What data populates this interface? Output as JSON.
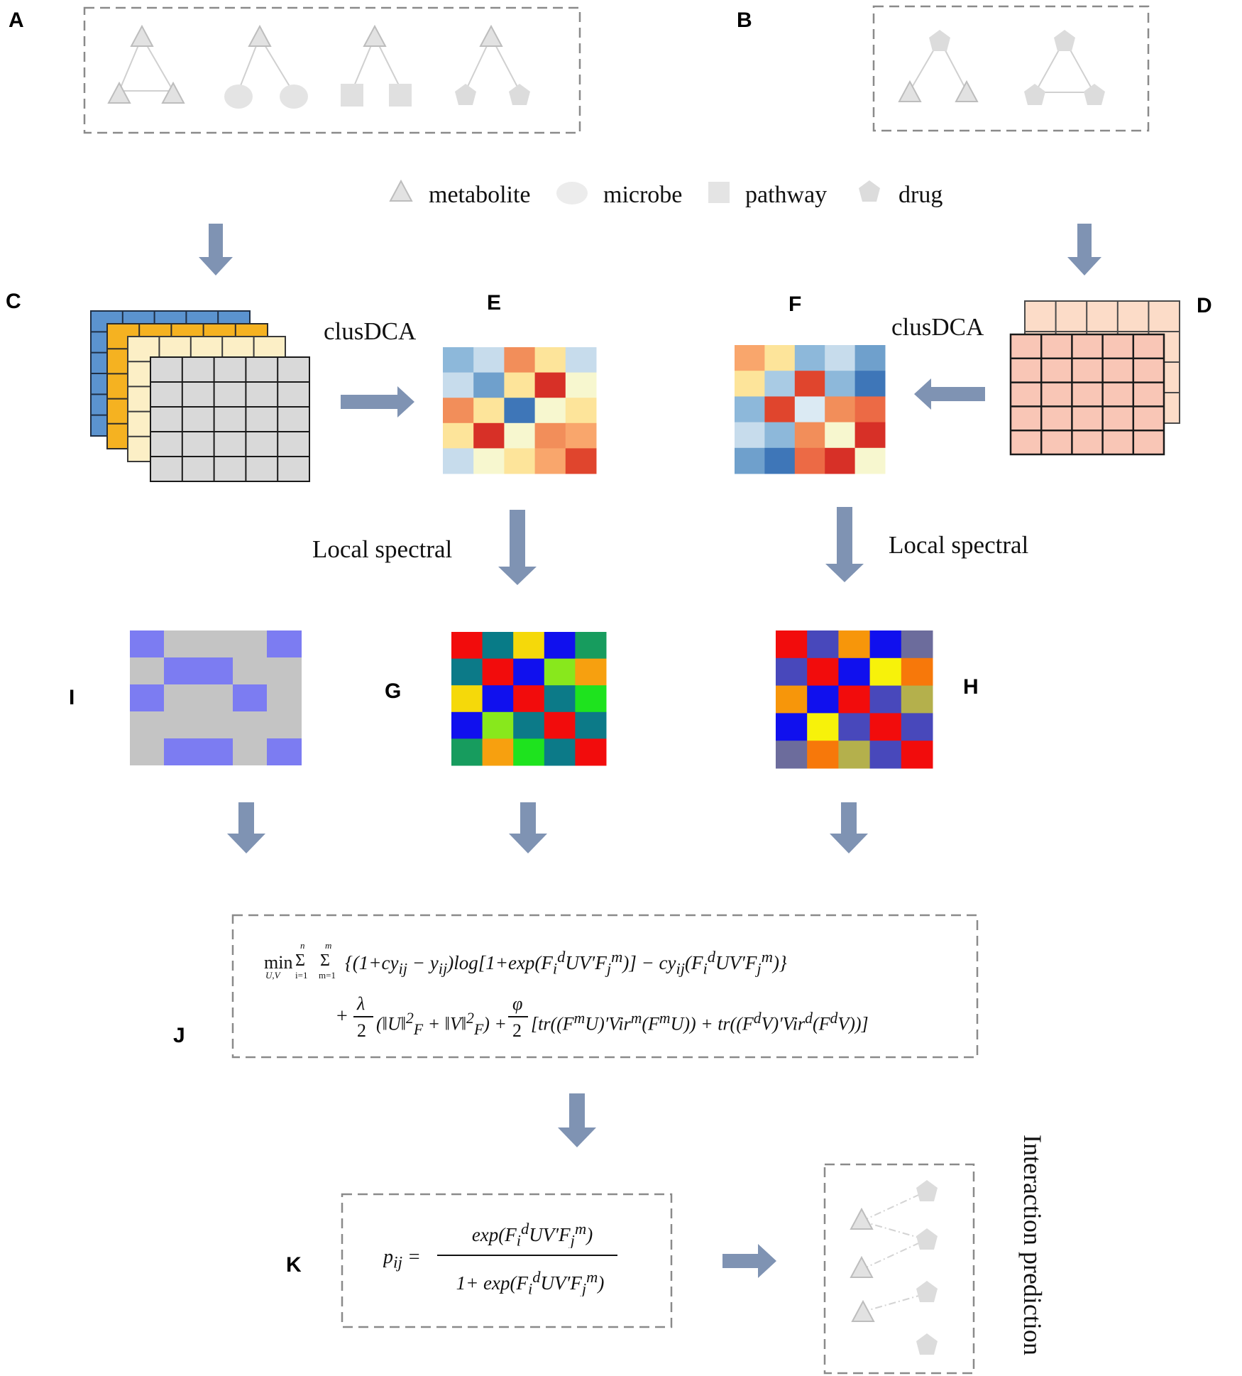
{
  "panels": {
    "A": "A",
    "B": "B",
    "C": "C",
    "D": "D",
    "E": "E",
    "F": "F",
    "G": "G",
    "H": "H",
    "I": "I",
    "J": "J",
    "K": "K"
  },
  "legend": {
    "metabolite": "metabolite",
    "microbe": "microbe",
    "pathway": "pathway",
    "drug": "drug"
  },
  "labels": {
    "clusdca_left": "clusDCA",
    "clusdca_right": "clusDCA",
    "local_spectral_left": "Local spectral",
    "local_spectral_right": "Local spectral",
    "interaction_prediction": "Interaction prediction"
  },
  "colors": {
    "arrow": "#7f93b3",
    "dash": "#888888",
    "node": "#d9d9d9"
  },
  "heatmaps": {
    "E": [
      [
        "#8db8da",
        "#c7dcec",
        "#f28e5a",
        "#fde49a",
        "#c7dcec"
      ],
      [
        "#c7dcec",
        "#6fa0cc",
        "#fde49a",
        "#d73027",
        "#f7f7cf"
      ],
      [
        "#f28e5a",
        "#fde49a",
        "#3e76b8",
        "#f7f7cf",
        "#fde49a"
      ],
      [
        "#fde49a",
        "#d73027",
        "#f7f7cf",
        "#f28e5a",
        "#f9a66c"
      ],
      [
        "#c7dcec",
        "#f7f7cf",
        "#fde49a",
        "#f9a66c",
        "#e0452d"
      ]
    ],
    "F": [
      [
        "#f9a66c",
        "#fde49a",
        "#8db8da",
        "#c7dcec",
        "#6fa0cc"
      ],
      [
        "#fde49a",
        "#a9cbe4",
        "#e0452d",
        "#8db8da",
        "#3e76b8"
      ],
      [
        "#8db8da",
        "#e0452d",
        "#dbeaf3",
        "#f28e5a",
        "#ec6a45"
      ],
      [
        "#c7dcec",
        "#8db8da",
        "#f28e5a",
        "#f7f7cf",
        "#d73027"
      ],
      [
        "#6fa0cc",
        "#3e76b8",
        "#ec6a45",
        "#d73027",
        "#f7f7cf"
      ]
    ],
    "G": [
      [
        "#f20c0c",
        "#087b87",
        "#f5d90a",
        "#1010ee",
        "#179c5e"
      ],
      [
        "#0c7a88",
        "#f20c0c",
        "#1010ee",
        "#88e81c",
        "#f7a00f"
      ],
      [
        "#f5d90a",
        "#1010ee",
        "#f20c0c",
        "#0c7a88",
        "#1ee31e"
      ],
      [
        "#1010ee",
        "#88e81c",
        "#0c7a88",
        "#f20c0c",
        "#0c7a88"
      ],
      [
        "#179c5e",
        "#f7a00f",
        "#1ee31e",
        "#0c7a88",
        "#f20c0c"
      ]
    ],
    "H": [
      [
        "#f20c0c",
        "#4848bb",
        "#f7960a",
        "#1010ee",
        "#6c6c9c"
      ],
      [
        "#4848bb",
        "#f20c0c",
        "#1010ee",
        "#f7f20a",
        "#f7780a"
      ],
      [
        "#f7960a",
        "#1010ee",
        "#f20c0c",
        "#4848bb",
        "#b4b04c"
      ],
      [
        "#1010ee",
        "#f7f20a",
        "#4848bb",
        "#f20c0c",
        "#4848bb"
      ],
      [
        "#6c6c9c",
        "#f7780a",
        "#b4b04c",
        "#4848bb",
        "#f20c0c"
      ]
    ]
  },
  "formula_j": {
    "min": "min",
    "min_sub": "U,V",
    "sum1_top": "n",
    "sum1_bottom": "i=1",
    "sum2_top": "m",
    "sum2_bottom": "m=1",
    "line1": "{(1+cy<sub>ij</sub> − y<sub>ij</sub>)log[1+exp(F<sub>i</sub><sup>d</sup>UV′F<sub>j</sub><sup>m</sup>)] − cy<sub>ij</sub>(F<sub>i</sub><sup>d</sup>UV′F<sub>j</sub><sup>m</sup>)}",
    "frac1_num": "λ",
    "frac1_den": "2",
    "part2": "(‖U‖<sup>2</sup><sub>F</sub> + ‖V‖<sup>2</sup><sub>F</sub>) +",
    "frac2_num": "φ",
    "frac2_den": "2",
    "part3": "[tr((F<sup>m</sup>U)′Vir<sup>m</sup>(F<sup>m</sup>U)) + tr((F<sup>d</sup>V)′Vir<sup>d</sup>(F<sup>d</sup>V))]"
  },
  "formula_k": {
    "lhs": "p<sub>ij</sub> =",
    "numerator": "exp(F<sub>i</sub><sup>d</sup>UV′F<sub>j</sub><sup>m</sup>)",
    "denominator": "1+ exp(F<sub>i</sub><sup>d</sup>UV′F<sub>j</sub><sup>m</sup>)"
  }
}
